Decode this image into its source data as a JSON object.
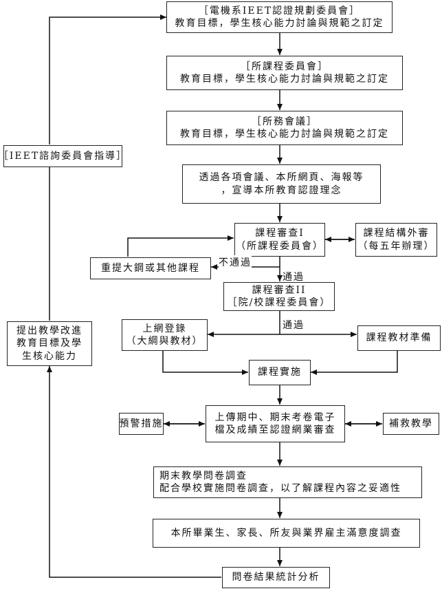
{
  "boxes": {
    "committee": {
      "line1": "［電機系IEET認證規劃委員會］",
      "line2": "教育目標，學生核心能力討論與規範之訂定"
    },
    "course_committee": {
      "line1": "［所課程委員會］",
      "line2": "教育目標，學生核心能力討論與規範之訂定"
    },
    "affairs_meeting": {
      "line1": "［所務會議］",
      "line2": "教育目標，學生核心能力討論與規範之訂定"
    },
    "promote": {
      "line1": "透過各項會議、本所網頁、海報等",
      "line2": "，宣導本所教育認證理念"
    },
    "review1": {
      "line1": "課程審查I",
      "line2": "（所課程委員會）"
    },
    "external_review": {
      "line1": "課程結構外審",
      "line2": "（每五年辦理）"
    },
    "resubmit": {
      "line1": "重提大鋼或其他課程"
    },
    "review2": {
      "line1": "課程審查II",
      "line2": "［院/校課程委員會）"
    },
    "upload_syllabus": {
      "line1": "上網登錄",
      "line2": "（大綱與教材）"
    },
    "materials": {
      "line1": "課程教材準備"
    },
    "implement": {
      "line1": "課程實施"
    },
    "upload_exams": {
      "line1": "上傳期中、期末考卷電子",
      "line2": "檔及成績至認證網業審查"
    },
    "warning": {
      "line1": "預警措施"
    },
    "remedial": {
      "line1": "補救教學"
    },
    "survey": {
      "line1": "期末教學問卷調查",
      "line2": "配合學校實施問卷調查，以了解課程內容之妥適性"
    },
    "satisfaction": {
      "line1": "本所畢業生、家長、所友與業界雇主滿意度調查"
    },
    "analysis": {
      "line1": "問卷結果統計分析"
    },
    "advisory": {
      "line1": "［IEET諮詢委員會指導］"
    },
    "improve": {
      "line1": "提出教學改進",
      "line2": "教育目標及學",
      "line3": "生核心能力"
    }
  },
  "labels": {
    "fail": "不通過",
    "pass1": "通過",
    "pass2": "通過"
  }
}
